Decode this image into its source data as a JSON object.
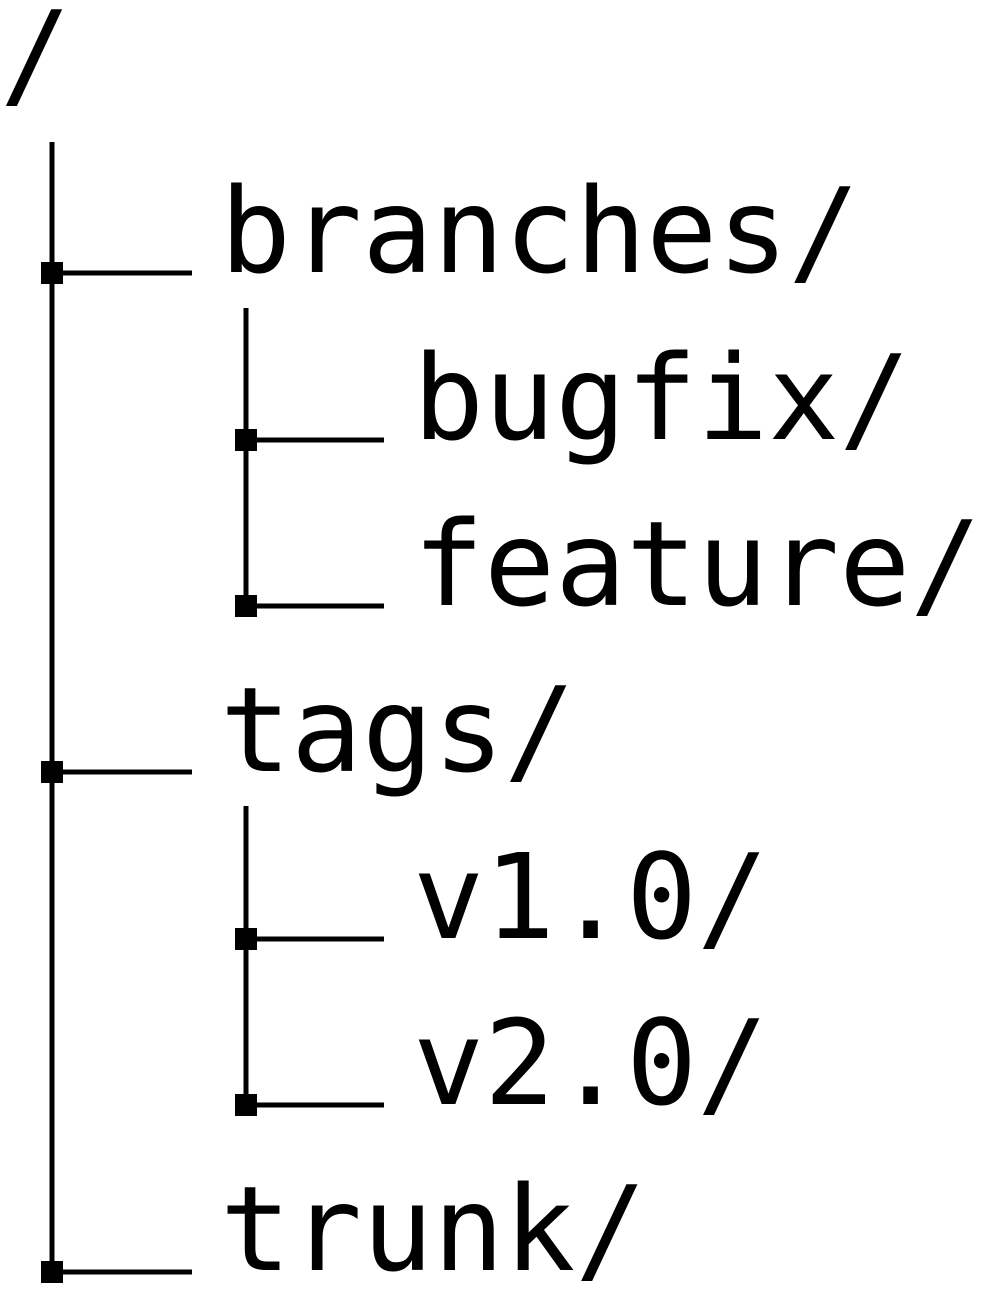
{
  "tree": {
    "root": {
      "label": "/"
    },
    "nodes": [
      {
        "id": "branches",
        "label": "branches/",
        "depth": 1
      },
      {
        "id": "bugfix",
        "label": "bugfix/",
        "depth": 2
      },
      {
        "id": "feature",
        "label": "feature/",
        "depth": 2
      },
      {
        "id": "tags",
        "label": "tags/",
        "depth": 1
      },
      {
        "id": "v1-0",
        "label": "v1.0/",
        "depth": 2
      },
      {
        "id": "v2-0",
        "label": "v2.0/",
        "depth": 2
      },
      {
        "id": "trunk",
        "label": "trunk/",
        "depth": 1
      }
    ]
  }
}
